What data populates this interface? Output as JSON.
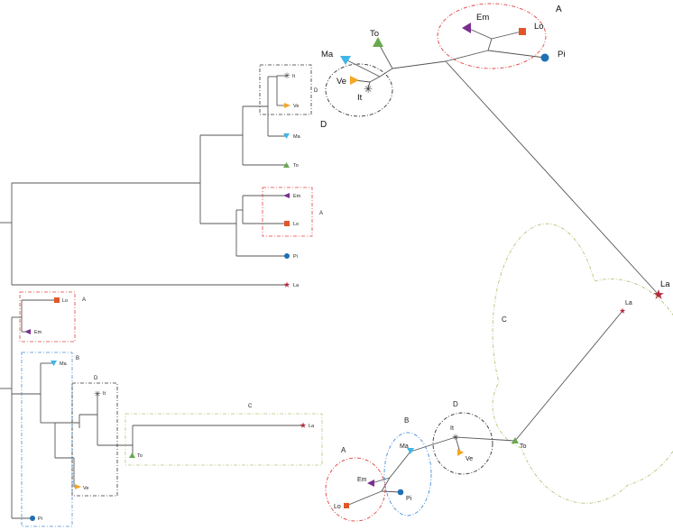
{
  "taxa": {
    "it": "It",
    "ve": "Ve",
    "ma": "Ma",
    "to": "To",
    "em": "Em",
    "lo": "Lo",
    "pi": "Pi",
    "la": "La"
  },
  "groups": {
    "a": "A",
    "b": "B",
    "c": "C",
    "d": "D"
  },
  "colors": {
    "It": "#333333",
    "Ve": "#f5a623",
    "Ma": "#3fb6e8",
    "To": "#6aa84f",
    "Em": "#7b2d8e",
    "Lo": "#e0562a",
    "Pi": "#1f6fb5",
    "La": "#b5283a",
    "group_A": "#e04040",
    "group_B": "#4a90d9",
    "group_C": "#b5c77a",
    "group_D": "#333333",
    "edge": "#555555"
  },
  "markers": {
    "It": "asterisk-icon",
    "Ve": "triangle-right-icon",
    "Ma": "triangle-down-icon",
    "To": "triangle-up-icon",
    "Em": "triangle-left-icon",
    "Lo": "square-icon",
    "Pi": "circle-icon",
    "La": "star-icon"
  }
}
